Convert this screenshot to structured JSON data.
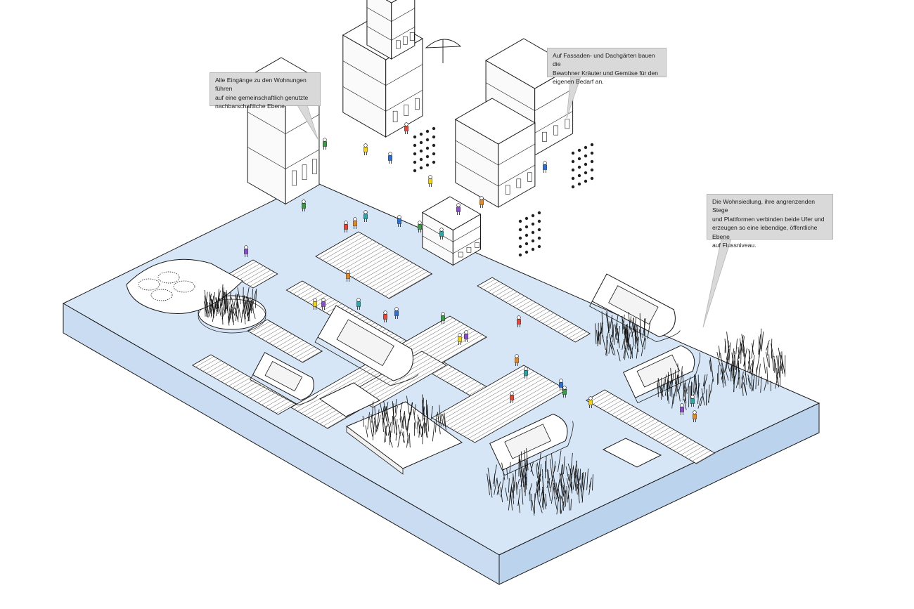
{
  "annotations": {
    "entrances": "Alle Eingänge zu den Wohnungen führen\nauf eine gemeinschaftlich genutzte\nnachbarschaftliche Ebene.",
    "gardens": "Auf Fassaden- und Dachgärten bauen die\nBewohner Kräuter und Gemüse für den\neigenen Bedarf an.",
    "settlement": "Die Wohnsiedlung, ihre angrenzenden Stege\nund Plattformen verbinden beide Ufer und\nerzeugen so eine lebendige, öffentliche Ebene\nauf Flussniveau."
  },
  "colors": {
    "water": "#d7e6f6",
    "water_side": "#c7daf0",
    "line": "#1a1a1a",
    "callout": "#d9d9d9",
    "people": [
      "#e04a3c",
      "#2f6fd0",
      "#3c9a45",
      "#f0d020",
      "#8a4fc8",
      "#e08a2c",
      "#2ca6a4"
    ]
  }
}
